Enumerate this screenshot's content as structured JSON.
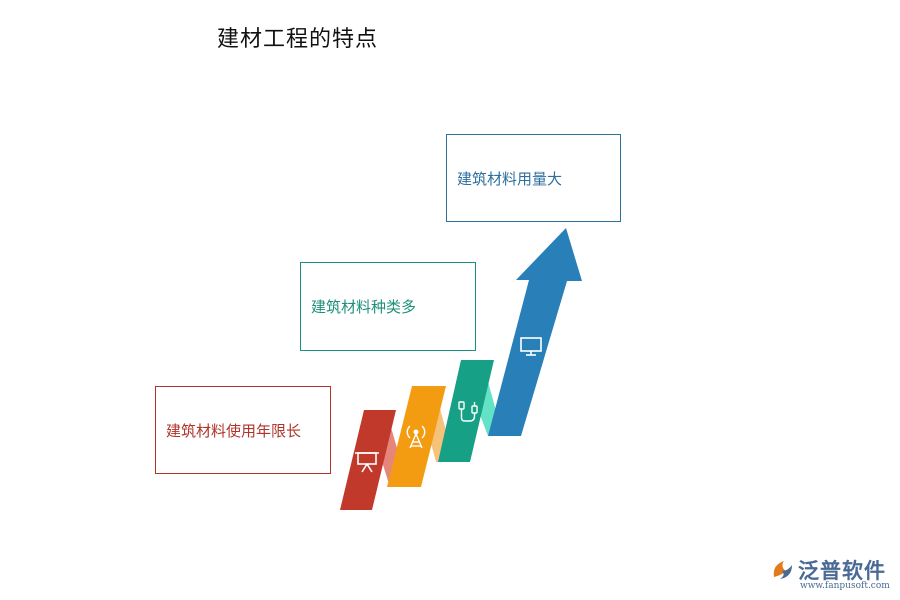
{
  "title": "建材工程的特点",
  "items": [
    {
      "label": "建筑材料使用年限长",
      "icon": "presentation-board-icon",
      "color": "#c0392b"
    },
    {
      "label": "",
      "icon": "signal-tower-icon",
      "color": "#f39c12"
    },
    {
      "label": "建筑材料种类多",
      "icon": "usb-plug-icon",
      "color": "#16a085"
    },
    {
      "label": "建筑材料用量大",
      "icon": "monitor-icon",
      "color": "#2980b9"
    }
  ],
  "logo": {
    "text": "泛普软件",
    "url": "www.fanpusoft.com"
  }
}
